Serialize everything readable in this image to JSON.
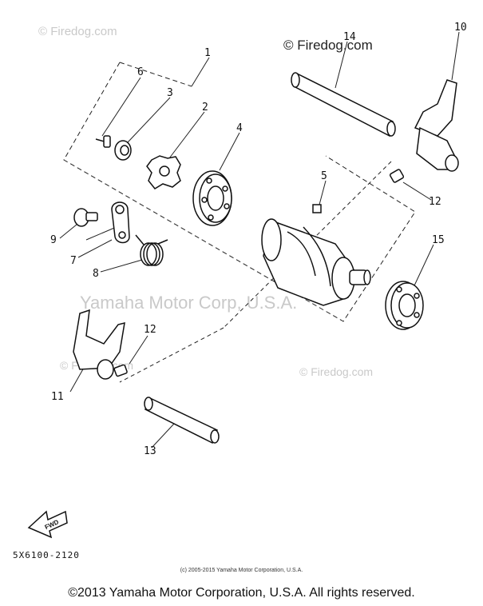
{
  "watermarks": {
    "firedog_top_left": "© Firedog.com",
    "firedog_top_right": "© Firedog.com",
    "firedog_mid_left": "© Firedog.com",
    "firedog_mid_right": "© Firedog.com",
    "yamaha_center": "Yamaha Motor Corp, U.S.A."
  },
  "callouts": {
    "c1": "1",
    "c2": "2",
    "c3": "3",
    "c4": "4",
    "c5": "5",
    "c6": "6",
    "c7": "7",
    "c8": "8",
    "c9": "9",
    "c10": "10",
    "c11": "11",
    "c12a": "12",
    "c12b": "12",
    "c13": "13",
    "c14": "14",
    "c15": "15"
  },
  "fwd_label": "FWD",
  "part_code": "5X6100-2120",
  "small_copyright": "(c) 2005-2015 Yamaha Motor Corporation, U.S.A.",
  "footer": "©2013 Yamaha Motor Corporation, U.S.A. All rights reserved."
}
